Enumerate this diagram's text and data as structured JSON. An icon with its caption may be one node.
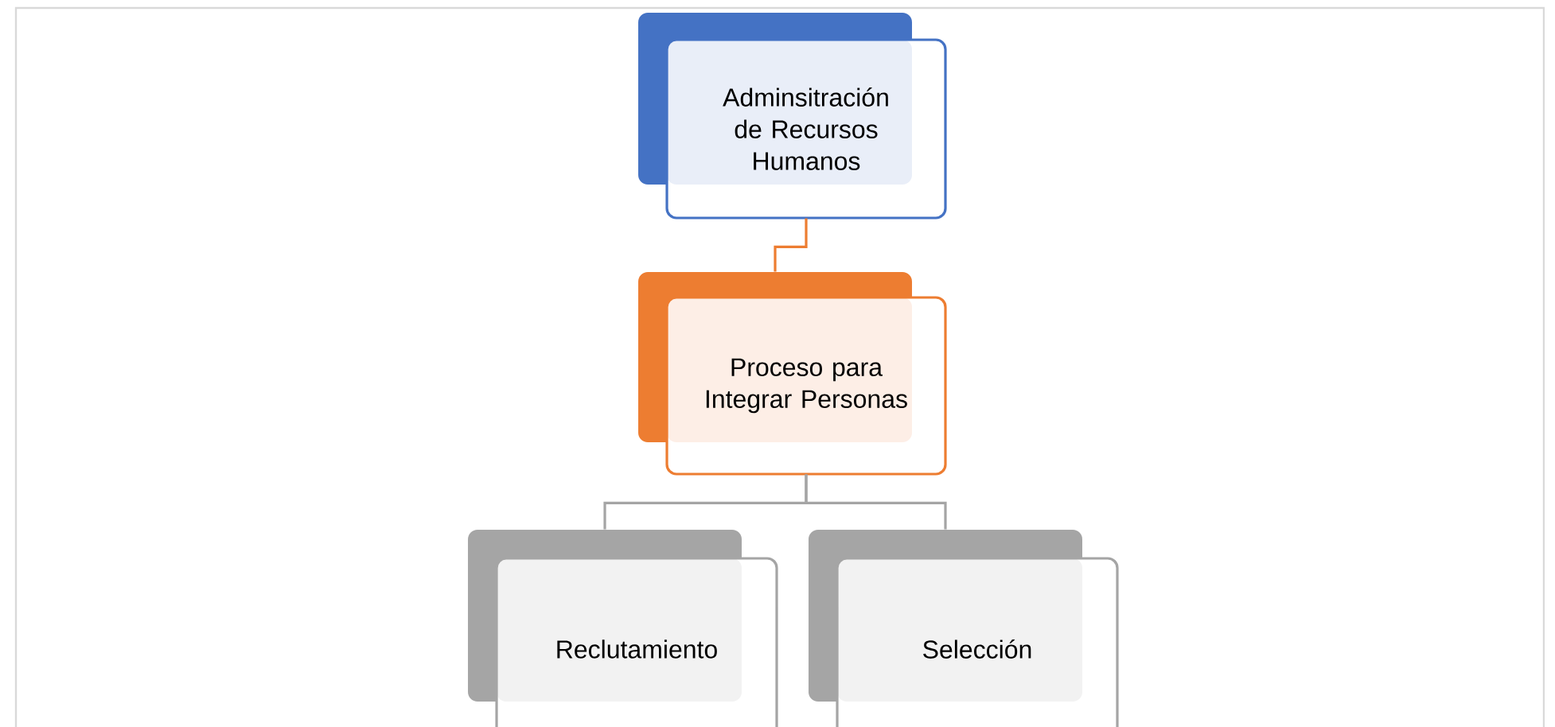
{
  "diagram": {
    "nodes": [
      {
        "text": [
          "Adminsitración de Recursos Humanos"
        ]
      },
      {
        "text": [
          "Proceso para Integrar Personas"
        ]
      },
      {
        "text": [
          "Reclutamiento"
        ]
      },
      {
        "text": [
          "Selección"
        ]
      }
    ],
    "edges": [
      {
        "from": 0,
        "to": 1,
        "arrow": "none",
        "color": "#ed7d31"
      },
      {
        "from": 1,
        "to": 2,
        "arrow": "none"
      },
      {
        "from": 1,
        "to": 3,
        "arrow": "none"
      }
    ]
  }
}
